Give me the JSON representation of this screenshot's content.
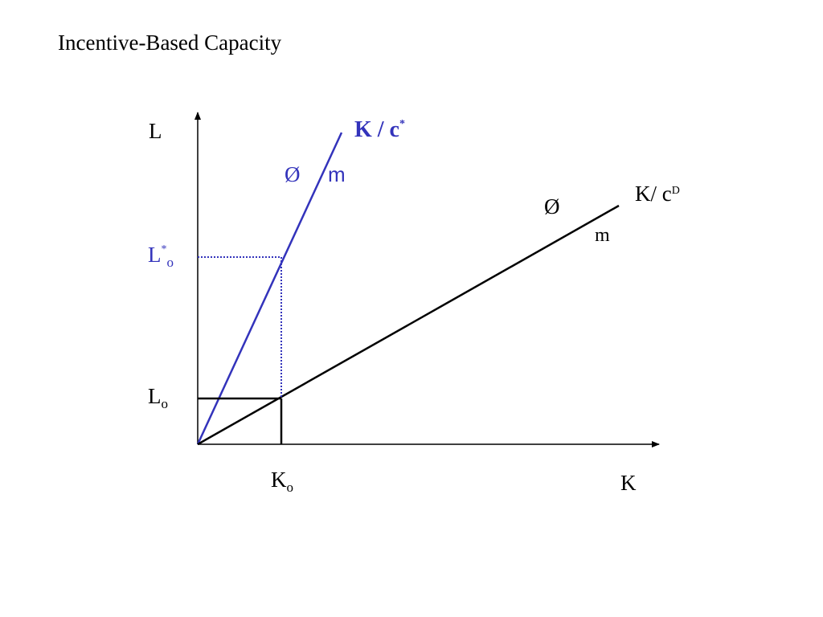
{
  "title": "Incentive-Based Capacity",
  "colors": {
    "blue": "#3333bb",
    "black": "#000000",
    "background": "#ffffff"
  },
  "axes": {
    "y_label": "L",
    "x_label": "K"
  },
  "lines": {
    "steep": {
      "label_main": "K / c",
      "label_sup": "*",
      "phi_symbol": "Ø",
      "phi_sub": "m"
    },
    "shallow": {
      "label_main": "K/ c",
      "label_sup": "D",
      "phi_symbol": "Ø",
      "phi_sub": "m"
    }
  },
  "ticks": {
    "l_star_o": {
      "main": "L",
      "sup": "*",
      "sub": "o"
    },
    "l_o": {
      "main": "L",
      "sub": "o"
    },
    "k_o": {
      "main": "K",
      "sub": "o"
    }
  }
}
